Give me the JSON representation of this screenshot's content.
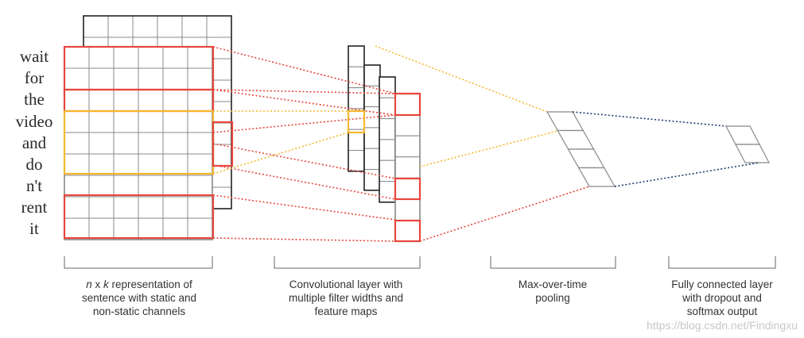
{
  "words": [
    "wait",
    "for",
    "the",
    "video",
    "and",
    "do",
    "n't",
    "rent",
    "it"
  ],
  "captions": {
    "representation": {
      "line1_var_n": "n",
      "line1_x": " x ",
      "line1_var_k": "k",
      "line1_rest": " representation of",
      "line2": "sentence with static and",
      "line3": "non-static channels"
    },
    "convolution": {
      "line1": "Convolutional layer with",
      "line2": "multiple filter widths and",
      "line3": "feature maps"
    },
    "pooling": {
      "line1": "Max-over-time",
      "line2": "pooling"
    },
    "fully_connected": {
      "line1": "Fully connected layer",
      "line2": "with dropout and",
      "line3": "softmax output"
    }
  },
  "watermark": "https://blog.csdn.net/Findingxu",
  "colors": {
    "red": "#e8463c",
    "orange": "#f5b82e",
    "navy": "#1f3b73",
    "grid": "#888888",
    "black": "#222222"
  }
}
